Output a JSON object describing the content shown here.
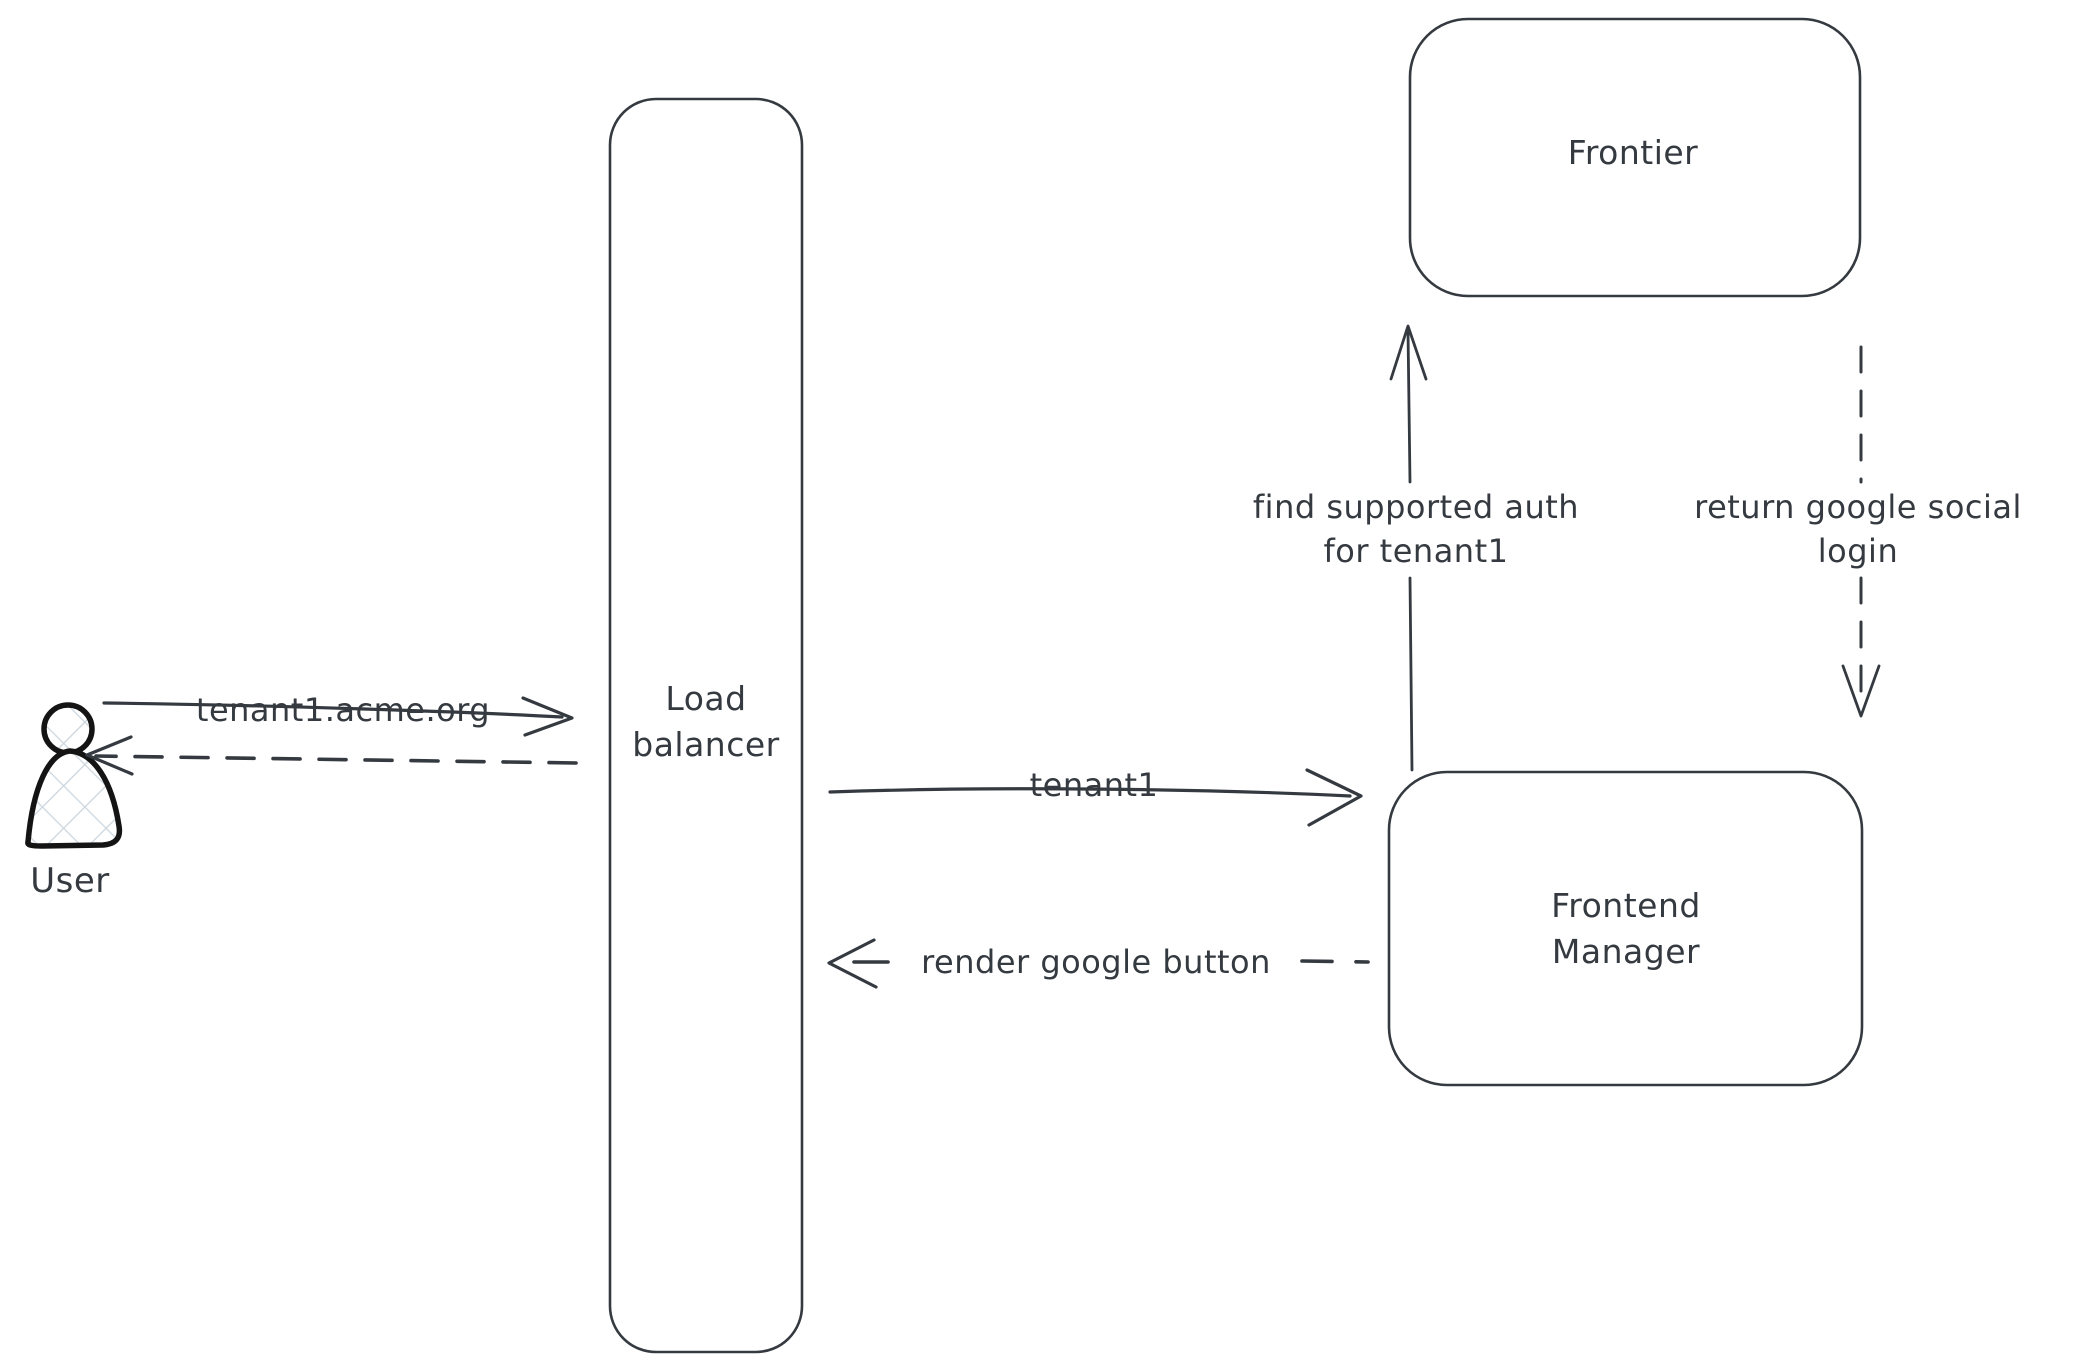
{
  "colors": {
    "stroke": "#343a40",
    "text": "#343a40",
    "actor_stroke": "#141414",
    "hatch_fill": "#ccd6de",
    "background": "#ffffff"
  },
  "actor": {
    "label": "User"
  },
  "nodes": {
    "load_balancer": {
      "lines": [
        "Load",
        "balancer"
      ]
    },
    "frontier": {
      "lines": [
        "Frontier"
      ]
    },
    "frontend_manager": {
      "lines": [
        "Frontend",
        "Manager"
      ]
    }
  },
  "edges": {
    "user_to_lb": {
      "label": "tenant1.acme.org",
      "style": "solid",
      "from": "User",
      "to": "Load balancer"
    },
    "lb_to_user": {
      "label": "",
      "style": "dashed",
      "from": "Load balancer",
      "to": "User"
    },
    "lb_to_fm": {
      "label": "tenant1",
      "style": "solid",
      "from": "Load balancer",
      "to": "Frontend Manager"
    },
    "fm_to_lb": {
      "label": "render google button",
      "style": "dashed",
      "from": "Frontend Manager",
      "to": "Load balancer"
    },
    "fm_to_frontier": {
      "lines": [
        "find supported auth",
        "for tenant1"
      ],
      "style": "solid",
      "from": "Frontend Manager",
      "to": "Frontier"
    },
    "frontier_to_fm": {
      "lines": [
        "return google social",
        "login"
      ],
      "style": "dashed",
      "from": "Frontier",
      "to": "Frontend Manager"
    }
  }
}
